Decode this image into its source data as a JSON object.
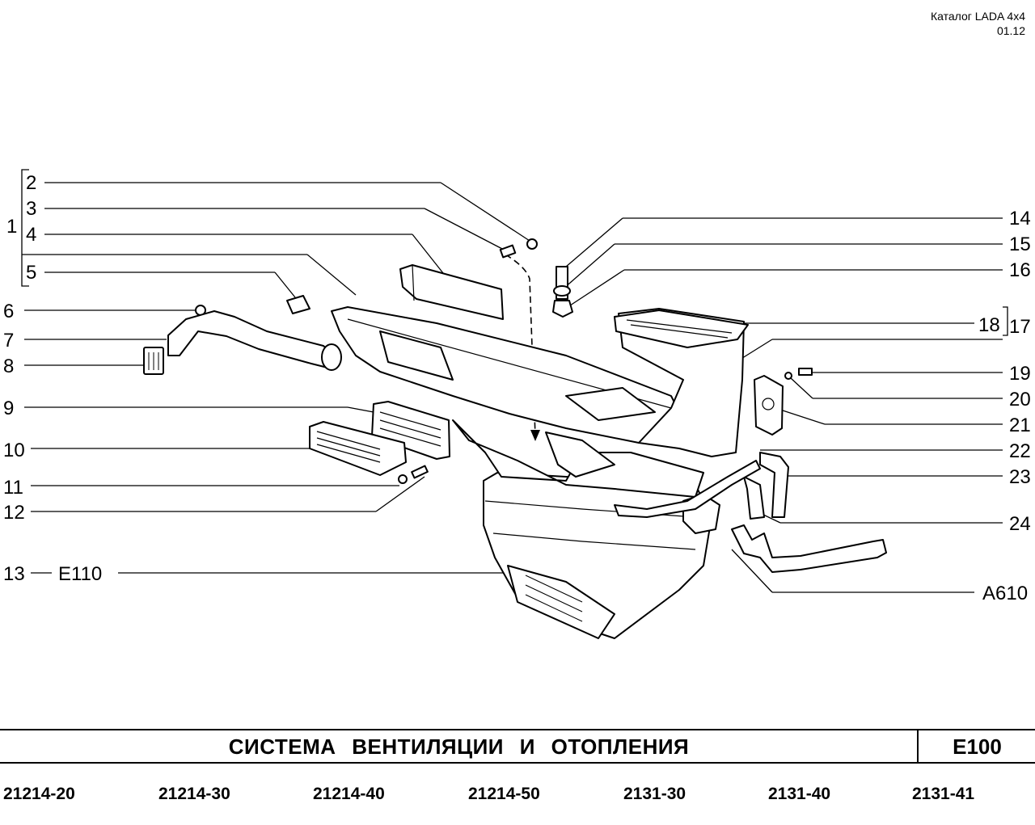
{
  "header": {
    "catalog": "Каталог  LADA  4x4",
    "date": "01.12"
  },
  "callouts": {
    "c1": "1",
    "c2": "2",
    "c3": "3",
    "c4": "4",
    "c5": "5",
    "c6": "6",
    "c7": "7",
    "c8": "8",
    "c9": "9",
    "c10": "10",
    "c11": "11",
    "c12": "12",
    "c13": "13",
    "c13ref": "E110",
    "c14": "14",
    "c15": "15",
    "c16": "16",
    "c17": "17",
    "c18": "18",
    "c19": "19",
    "c20": "20",
    "c21": "21",
    "c22": "22",
    "c23": "23",
    "c24": "24",
    "a610": "A610"
  },
  "footer": {
    "title": "СИСТЕМА   ВЕНТИЛЯЦИИ   И   ОТОПЛЕНИЯ",
    "code": "E100",
    "models": [
      "21214-20",
      "21214-30",
      "21214-40",
      "21214-50",
      "2131-30",
      "2131-40",
      "2131-41"
    ]
  }
}
